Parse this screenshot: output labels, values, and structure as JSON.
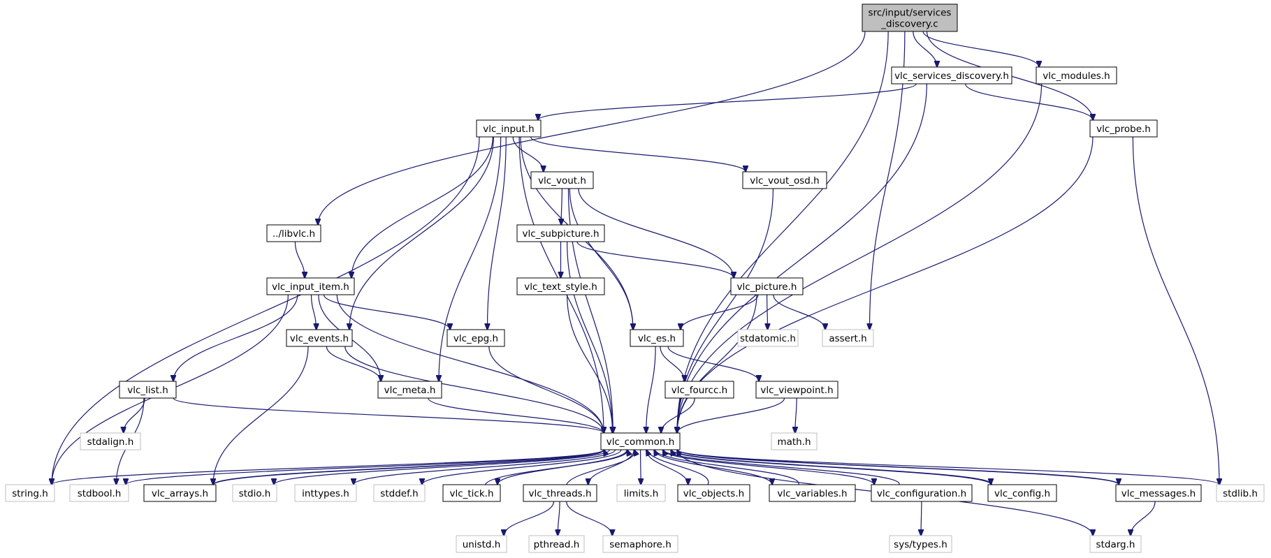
{
  "colors": {
    "edge": "#191970",
    "root_fill": "#bfbfbf",
    "missing_border": "#bfbfbf",
    "border": "#000000"
  },
  "nodes": [
    {
      "id": "root",
      "label": "src/input/services_discovery.c",
      "lines": [
        "src/input/services",
        "_discovery.c"
      ],
      "type": "root"
    },
    {
      "id": "sd",
      "label": "vlc_services_discovery.h",
      "type": "normal"
    },
    {
      "id": "mod",
      "label": "vlc_modules.h",
      "type": "normal"
    },
    {
      "id": "input",
      "label": "vlc_input.h",
      "type": "normal"
    },
    {
      "id": "probe",
      "label": "vlc_probe.h",
      "type": "normal"
    },
    {
      "id": "vout",
      "label": "vlc_vout.h",
      "type": "normal"
    },
    {
      "id": "osd",
      "label": "vlc_vout_osd.h",
      "type": "normal"
    },
    {
      "id": "libvlc",
      "label": "../libvlc.h",
      "type": "normal"
    },
    {
      "id": "subpic",
      "label": "vlc_subpicture.h",
      "type": "normal"
    },
    {
      "id": "item",
      "label": "vlc_input_item.h",
      "type": "normal"
    },
    {
      "id": "text",
      "label": "vlc_text_style.h",
      "type": "normal"
    },
    {
      "id": "pic",
      "label": "vlc_picture.h",
      "type": "normal"
    },
    {
      "id": "events",
      "label": "vlc_events.h",
      "type": "normal"
    },
    {
      "id": "epg",
      "label": "vlc_epg.h",
      "type": "normal"
    },
    {
      "id": "es",
      "label": "vlc_es.h",
      "type": "normal"
    },
    {
      "id": "atomic",
      "label": "stdatomic.h",
      "type": "missing"
    },
    {
      "id": "assert",
      "label": "assert.h",
      "type": "missing"
    },
    {
      "id": "list",
      "label": "vlc_list.h",
      "type": "normal"
    },
    {
      "id": "meta",
      "label": "vlc_meta.h",
      "type": "normal"
    },
    {
      "id": "fourcc",
      "label": "vlc_fourcc.h",
      "type": "normal"
    },
    {
      "id": "viewpt",
      "label": "vlc_viewpoint.h",
      "type": "normal"
    },
    {
      "id": "stdalign",
      "label": "stdalign.h",
      "type": "missing"
    },
    {
      "id": "common",
      "label": "vlc_common.h",
      "type": "normal"
    },
    {
      "id": "math",
      "label": "math.h",
      "type": "missing"
    },
    {
      "id": "string",
      "label": "string.h",
      "type": "missing"
    },
    {
      "id": "stdbool",
      "label": "stdbool.h",
      "type": "missing"
    },
    {
      "id": "arrays",
      "label": "vlc_arrays.h",
      "type": "normal"
    },
    {
      "id": "stdio",
      "label": "stdio.h",
      "type": "missing"
    },
    {
      "id": "inttypes",
      "label": "inttypes.h",
      "type": "missing"
    },
    {
      "id": "stddef",
      "label": "stddef.h",
      "type": "missing"
    },
    {
      "id": "tick",
      "label": "vlc_tick.h",
      "type": "normal"
    },
    {
      "id": "threads",
      "label": "vlc_threads.h",
      "type": "normal"
    },
    {
      "id": "limits",
      "label": "limits.h",
      "type": "missing"
    },
    {
      "id": "objects",
      "label": "vlc_objects.h",
      "type": "normal"
    },
    {
      "id": "vars",
      "label": "vlc_variables.h",
      "type": "normal"
    },
    {
      "id": "confg",
      "label": "vlc_configuration.h",
      "type": "normal"
    },
    {
      "id": "config",
      "label": "vlc_config.h",
      "type": "normal"
    },
    {
      "id": "msgs",
      "label": "vlc_messages.h",
      "type": "normal"
    },
    {
      "id": "stdlib",
      "label": "stdlib.h",
      "type": "missing"
    },
    {
      "id": "unistd",
      "label": "unistd.h",
      "type": "missing"
    },
    {
      "id": "pthread",
      "label": "pthread.h",
      "type": "missing"
    },
    {
      "id": "sem",
      "label": "semaphore.h",
      "type": "missing"
    },
    {
      "id": "systypes",
      "label": "sys/types.h",
      "type": "missing"
    },
    {
      "id": "stdarg",
      "label": "stdarg.h",
      "type": "missing"
    }
  ],
  "edges": [
    [
      "root",
      "common"
    ],
    [
      "root",
      "libvlc"
    ],
    [
      "root",
      "assert"
    ],
    [
      "root",
      "sd"
    ],
    [
      "root",
      "mod"
    ],
    [
      "root",
      "probe"
    ],
    [
      "sd",
      "input"
    ],
    [
      "sd",
      "common"
    ],
    [
      "sd",
      "probe"
    ],
    [
      "mod",
      "common"
    ],
    [
      "probe",
      "common"
    ],
    [
      "probe",
      "stdlib"
    ],
    [
      "input",
      "string"
    ],
    [
      "input",
      "item"
    ],
    [
      "input",
      "events"
    ],
    [
      "input",
      "meta"
    ],
    [
      "input",
      "epg"
    ],
    [
      "input",
      "vout"
    ],
    [
      "input",
      "es"
    ],
    [
      "input",
      "osd"
    ],
    [
      "input",
      "common"
    ],
    [
      "libvlc",
      "item"
    ],
    [
      "vout",
      "common"
    ],
    [
      "vout",
      "subpic"
    ],
    [
      "vout",
      "es"
    ],
    [
      "vout",
      "pic"
    ],
    [
      "osd",
      "common"
    ],
    [
      "subpic",
      "text"
    ],
    [
      "subpic",
      "common"
    ],
    [
      "subpic",
      "pic"
    ],
    [
      "text",
      "common"
    ],
    [
      "pic",
      "es"
    ],
    [
      "pic",
      "atomic"
    ],
    [
      "pic",
      "assert"
    ],
    [
      "pic",
      "common"
    ],
    [
      "item",
      "string"
    ],
    [
      "item",
      "list"
    ],
    [
      "item",
      "common"
    ],
    [
      "item",
      "events"
    ],
    [
      "item",
      "meta"
    ],
    [
      "item",
      "epg"
    ],
    [
      "events",
      "arrays"
    ],
    [
      "events",
      "common"
    ],
    [
      "events",
      "meta"
    ],
    [
      "epg",
      "common"
    ],
    [
      "es",
      "common"
    ],
    [
      "es",
      "fourcc"
    ],
    [
      "es",
      "viewpt"
    ],
    [
      "fourcc",
      "common"
    ],
    [
      "viewpt",
      "common"
    ],
    [
      "viewpt",
      "math"
    ],
    [
      "list",
      "stdalign"
    ],
    [
      "list",
      "stdbool"
    ],
    [
      "list",
      "common"
    ],
    [
      "meta",
      "common"
    ],
    [
      "common",
      "string"
    ],
    [
      "common",
      "stdbool"
    ],
    [
      "common",
      "arrays"
    ],
    [
      "common",
      "stdio"
    ],
    [
      "common",
      "inttypes"
    ],
    [
      "common",
      "stddef"
    ],
    [
      "common",
      "tick"
    ],
    [
      "common",
      "threads"
    ],
    [
      "common",
      "limits"
    ],
    [
      "common",
      "objects"
    ],
    [
      "common",
      "vars"
    ],
    [
      "common",
      "confg"
    ],
    [
      "common",
      "config"
    ],
    [
      "common",
      "msgs"
    ],
    [
      "common",
      "stdlib"
    ],
    [
      "common",
      "stdarg"
    ],
    [
      "arrays",
      "common"
    ],
    [
      "tick",
      "common"
    ],
    [
      "threads",
      "common"
    ],
    [
      "objects",
      "common"
    ],
    [
      "vars",
      "common"
    ],
    [
      "confg",
      "common"
    ],
    [
      "config",
      "common"
    ],
    [
      "msgs",
      "common"
    ],
    [
      "threads",
      "unistd"
    ],
    [
      "threads",
      "pthread"
    ],
    [
      "threads",
      "sem"
    ],
    [
      "confg",
      "systypes"
    ],
    [
      "msgs",
      "stdarg"
    ]
  ]
}
